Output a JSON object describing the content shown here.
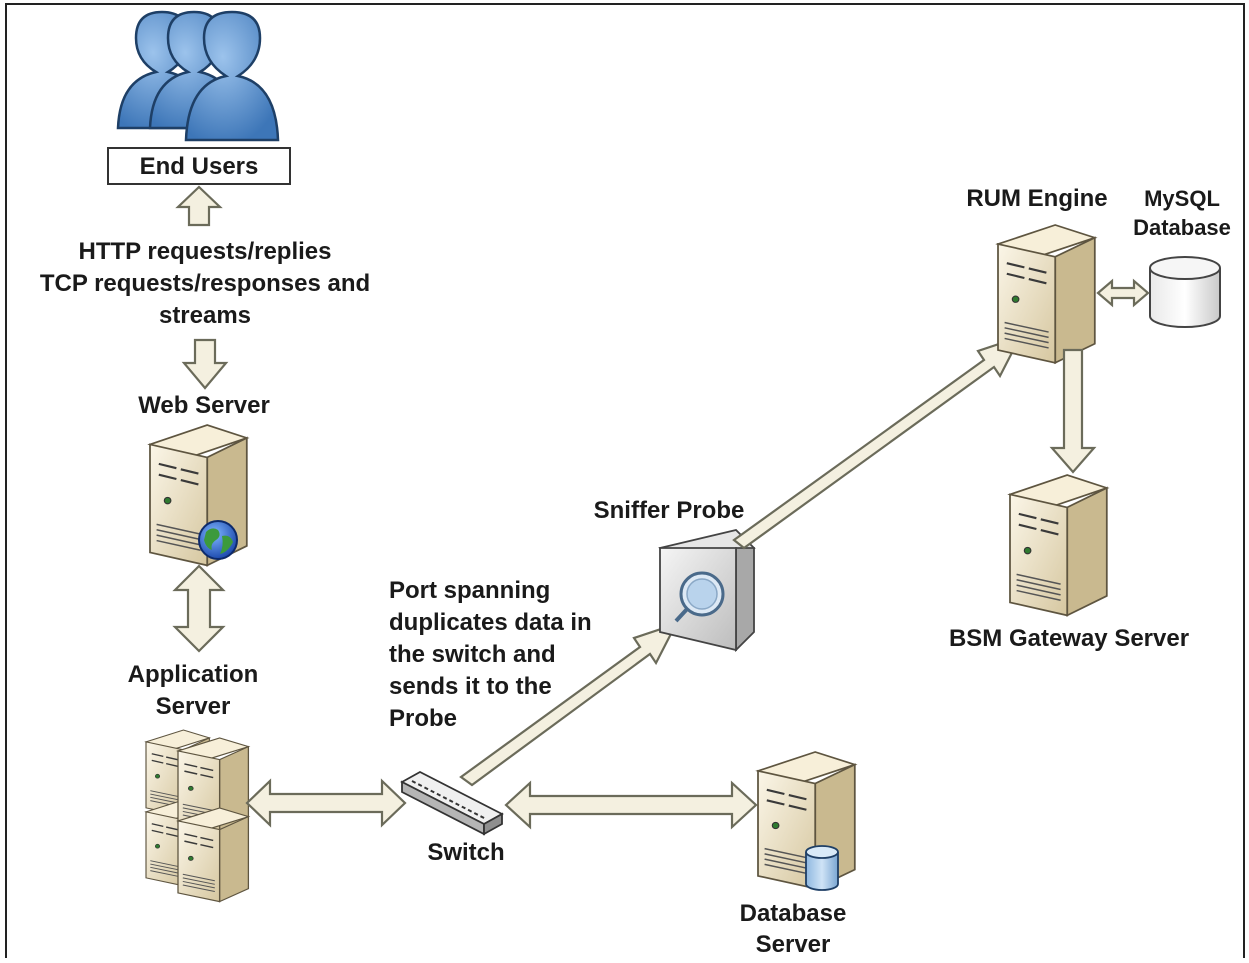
{
  "diagram": {
    "nodes": {
      "end_users": {
        "label": "End Users",
        "icon": "users-icon"
      },
      "web_server": {
        "label": "Web Server",
        "icon": "web-server-icon"
      },
      "application_server": {
        "label_line1": "Application",
        "label_line2": "Server",
        "icon": "server-cluster-icon"
      },
      "switch": {
        "label": "Switch",
        "icon": "switch-icon"
      },
      "sniffer_probe": {
        "label": "Sniffer Probe",
        "icon": "probe-icon"
      },
      "rum_engine": {
        "label": "RUM Engine",
        "icon": "server-icon"
      },
      "mysql_database": {
        "label_line1": "MySQL",
        "label_line2": "Database",
        "icon": "database-icon"
      },
      "bsm_gateway_server": {
        "label": "BSM Gateway Server",
        "icon": "server-icon"
      },
      "database_server": {
        "label_line1": "Database",
        "label_line2": "Server",
        "icon": "database-server-icon"
      }
    },
    "annotations": {
      "traffic": [
        "HTTP requests/replies",
        "TCP requests/responses and",
        "streams"
      ],
      "port_spanning": [
        "Port spanning",
        "duplicates data in",
        "the switch and",
        "sends it to the",
        "Probe"
      ]
    },
    "colors": {
      "user_blue": "#4a86c8",
      "server_beige": "#e8dcc0",
      "arrow_fill": "#f4f0e0",
      "database_blue": "#a9cbea"
    }
  }
}
